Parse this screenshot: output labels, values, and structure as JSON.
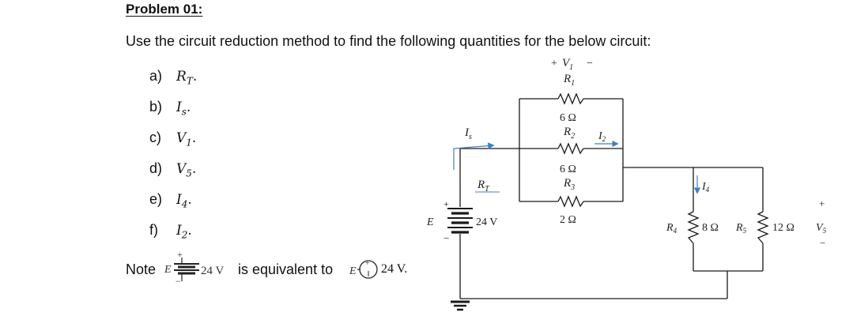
{
  "problem": {
    "title": "Problem 01:",
    "intro": "Use the circuit reduction method to find the following quantities for the below circuit:",
    "questions": [
      {
        "label": "a)",
        "quantity": "R",
        "sub": "T",
        "end": "."
      },
      {
        "label": "b)",
        "quantity": "I",
        "sub": "s",
        "end": "."
      },
      {
        "label": "c)",
        "quantity": "V",
        "sub": "1",
        "end": "."
      },
      {
        "label": "d)",
        "quantity": "V",
        "sub": "5",
        "end": "."
      },
      {
        "label": "e)",
        "quantity": "I",
        "sub": "4",
        "end": "."
      },
      {
        "label": "f)",
        "quantity": "I",
        "sub": "2",
        "end": "."
      }
    ],
    "note": {
      "prefix": "Note",
      "battery_label": "E",
      "battery_value": "24 V",
      "middle": "is equivalent to",
      "source_label": "E",
      "source_value": "24 V."
    }
  },
  "circuit": {
    "source_E": "E",
    "source_value": "24 V",
    "rt_label": "R",
    "rt_sub": "T",
    "is_label": "I",
    "is_sub": "s",
    "v1_label": "V",
    "v1_sub": "1",
    "plus": "+",
    "minus": "−",
    "r1": {
      "name": "R",
      "sub": "1",
      "value": "6 Ω"
    },
    "r2": {
      "name": "R",
      "sub": "2",
      "value": "6 Ω"
    },
    "r3": {
      "name": "R",
      "sub": "3",
      "value": "2 Ω"
    },
    "r4": {
      "name": "R",
      "sub": "4",
      "value": "8 Ω"
    },
    "r5": {
      "name": "R",
      "sub": "5",
      "value": "12 Ω"
    },
    "i2_label": "I",
    "i2_sub": "2",
    "i4_label": "I",
    "i4_sub": "4",
    "v5_label": "V",
    "v5_sub": "5"
  },
  "colors": {
    "arrow": "#3f7fc3",
    "wire": "#1a1a1a"
  }
}
